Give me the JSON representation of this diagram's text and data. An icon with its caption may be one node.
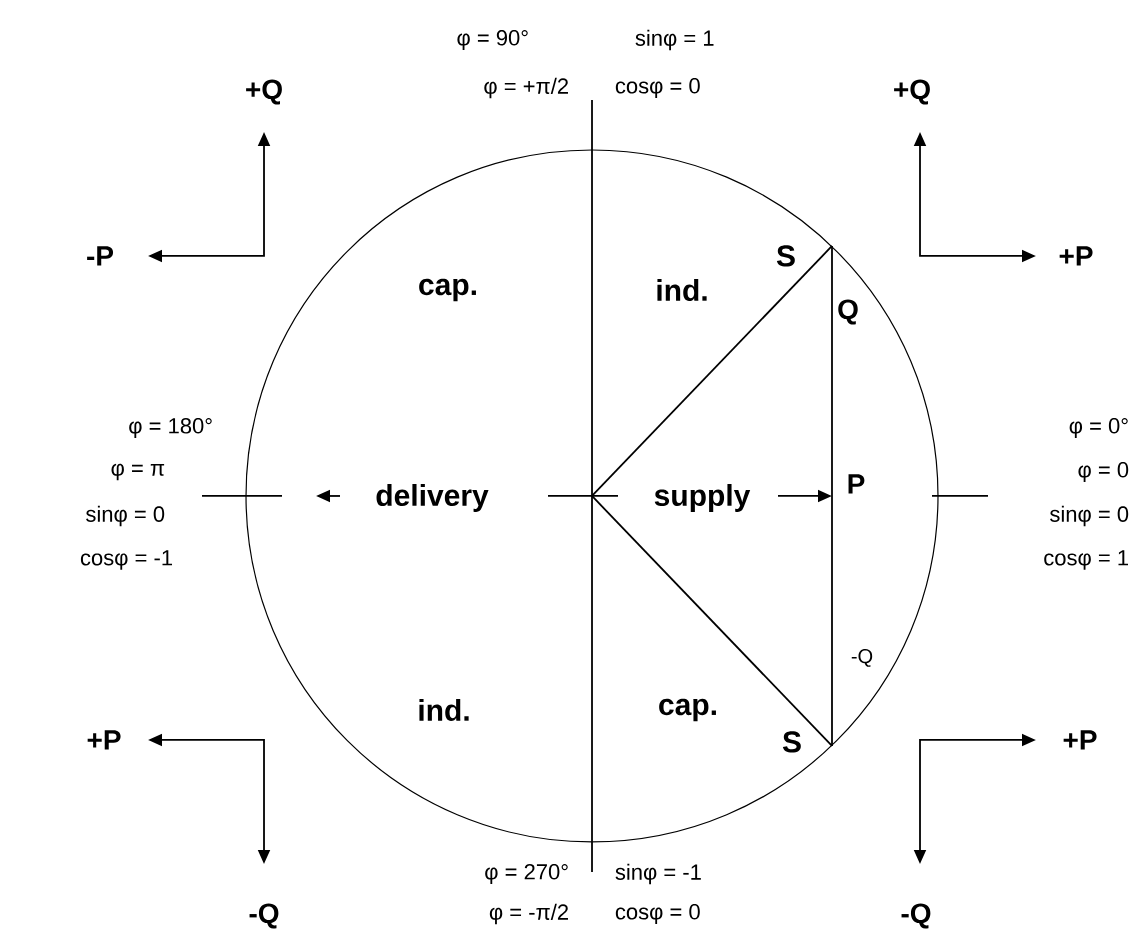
{
  "diagram": {
    "labels": [
      "φ = 90°",
      "sinφ = 1",
      "φ = +π/2",
      "cosφ = 0",
      "+Q",
      "+Q",
      "-P",
      "S",
      "+P",
      "cap.",
      "ind.",
      "Q",
      "φ = 180°",
      "φ = 0°",
      "φ = π",
      "φ = 0",
      "delivery",
      "supply",
      "P",
      "sinφ = 0",
      "sinφ = 0",
      "cosφ = -1",
      "cosφ = 1",
      "-Q",
      "ind.",
      "cap.",
      "+P",
      "S",
      "+P",
      "φ = 270°",
      "sinφ = -1",
      "φ = -π/2",
      "cosφ = 0",
      "-Q",
      "-Q"
    ]
  }
}
